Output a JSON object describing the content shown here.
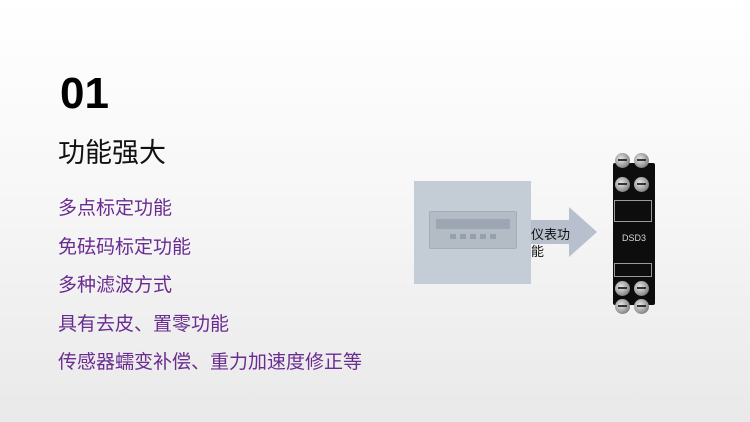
{
  "slide": {
    "number": "01",
    "heading": "功能强大",
    "features": [
      "多点标定功能",
      "免砝码标定功能",
      "多种滤波方式",
      "具有去皮、置零功能",
      "传感器蠕变补偿、重力加速度修正等"
    ]
  },
  "illustration": {
    "arrow_label": "仪表功能",
    "device_label": "DSD3",
    "colors": {
      "feature_text": "#6a2c91",
      "panel": "#c4ccd6",
      "arrow": "#b7c0cc"
    }
  }
}
